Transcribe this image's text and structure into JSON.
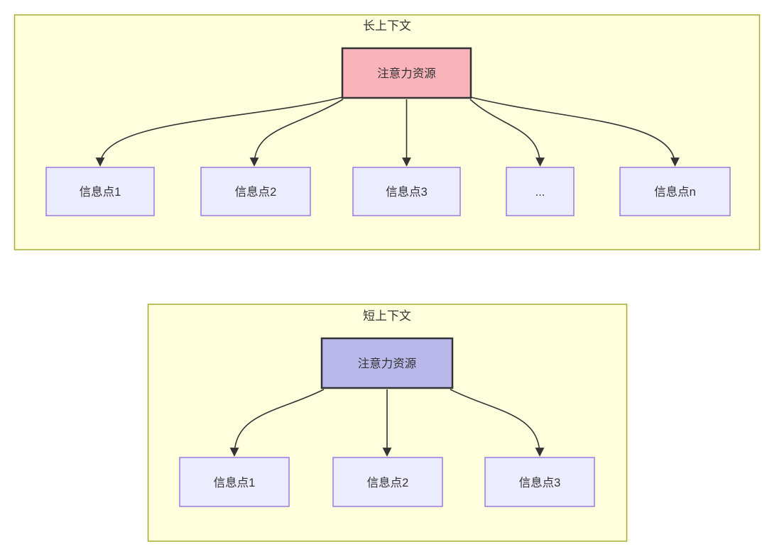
{
  "diagram": {
    "colors": {
      "page_background": "#ffffff",
      "container_fill": "#ffffde",
      "container_border": "#aaaa33",
      "info_node_fill": "#ececff",
      "info_node_border": "#9370db",
      "attention_long_fill": "#f9b3ba",
      "attention_short_fill": "#b8b8ea",
      "attention_border": "#333333",
      "edge_color": "#333333",
      "text_color": "#333333"
    },
    "long_context": {
      "title": "长上下文",
      "attention_label": "注意力资源",
      "nodes": [
        "信息点1",
        "信息点2",
        "信息点3",
        "...",
        "信息点n"
      ]
    },
    "short_context": {
      "title": "短上下文",
      "attention_label": "注意力资源",
      "nodes": [
        "信息点1",
        "信息点2",
        "信息点3"
      ]
    }
  }
}
